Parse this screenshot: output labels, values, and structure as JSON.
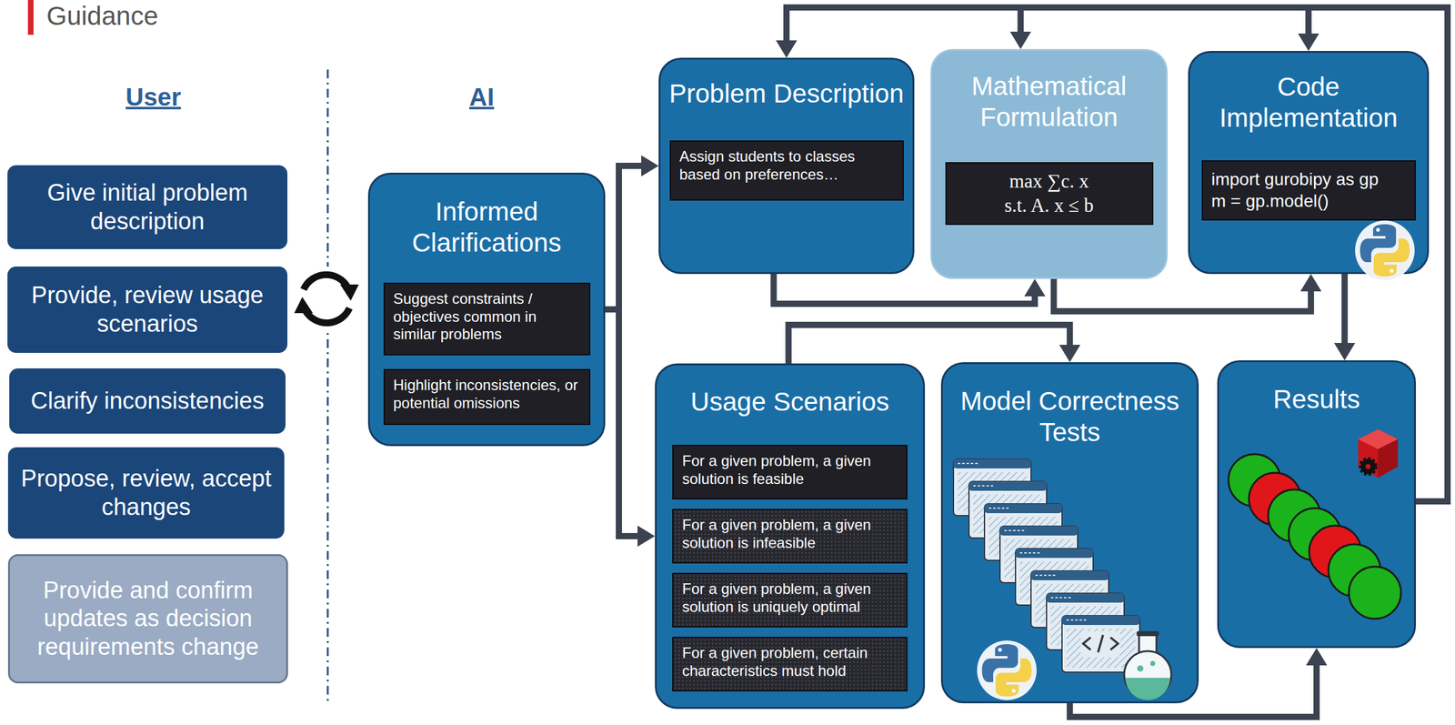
{
  "diagram": {
    "nodes": [
      {
        "text": [
          "Give initial problem description"
        ]
      },
      {
        "text": [
          "Provide, review usage scenarios"
        ]
      },
      {
        "text": [
          "Clarify inconsistencies"
        ]
      },
      {
        "text": [
          "Propose, review, accept changes"
        ]
      },
      {
        "text": [
          "Provide and confirm updates as decision requirements change"
        ]
      },
      {
        "text": [
          "Informed Clarifications"
        ]
      },
      {
        "text": [
          "Suggest constraints / objectives common in similar problems"
        ],
        "in": 5
      },
      {
        "text": [
          "Highlight inconsistencies, or potential omissions"
        ],
        "in": 5
      },
      {
        "text": [
          "Problem Description"
        ]
      },
      {
        "text": [
          "Assign students to classes based on preferences…"
        ],
        "in": 8
      },
      {
        "text": [
          "Mathematical Formulation"
        ]
      },
      {
        "text": [
          "max ∑c. x",
          "s.t. A. x ≤ b"
        ],
        "in": 10
      },
      {
        "text": [
          "Code Implementation"
        ]
      },
      {
        "text": [
          "import gurobipy as gp",
          "m = gp.model()"
        ],
        "in": 12
      },
      {
        "text": [
          "Usage Scenarios"
        ]
      },
      {
        "text": [
          "For a given problem, a given solution is feasible"
        ],
        "in": 14
      },
      {
        "text": [
          "For a given problem, a given solution is infeasible"
        ],
        "in": 14
      },
      {
        "text": [
          "For a given problem, a given solution is uniquely optimal"
        ],
        "in": 14
      },
      {
        "text": [
          "For a given problem, certain characteristics must hold"
        ],
        "in": 14
      },
      {
        "text": [
          "Model Correctness Tests"
        ]
      },
      {
        "text": [
          "Results"
        ]
      }
    ],
    "edges": [
      {
        "from": 5,
        "to": 8,
        "arrow": "to"
      },
      {
        "from": 5,
        "to": 14,
        "arrow": "to"
      },
      {
        "from": 8,
        "to": 10,
        "arrow": "to"
      },
      {
        "from": 10,
        "to": 12,
        "arrow": "to"
      },
      {
        "from": 12,
        "to": 20,
        "arrow": "to"
      },
      {
        "from": 14,
        "to": 19,
        "arrow": "to"
      },
      {
        "from": 19,
        "to": 20,
        "arrow": "to"
      },
      {
        "from": 20,
        "to": 8,
        "arrow": "to"
      },
      {
        "from": 20,
        "to": 10,
        "arrow": "to"
      },
      {
        "from": 20,
        "to": 12,
        "arrow": "to"
      }
    ],
    "labels": [
      "Guidance",
      "User",
      "AI"
    ]
  }
}
